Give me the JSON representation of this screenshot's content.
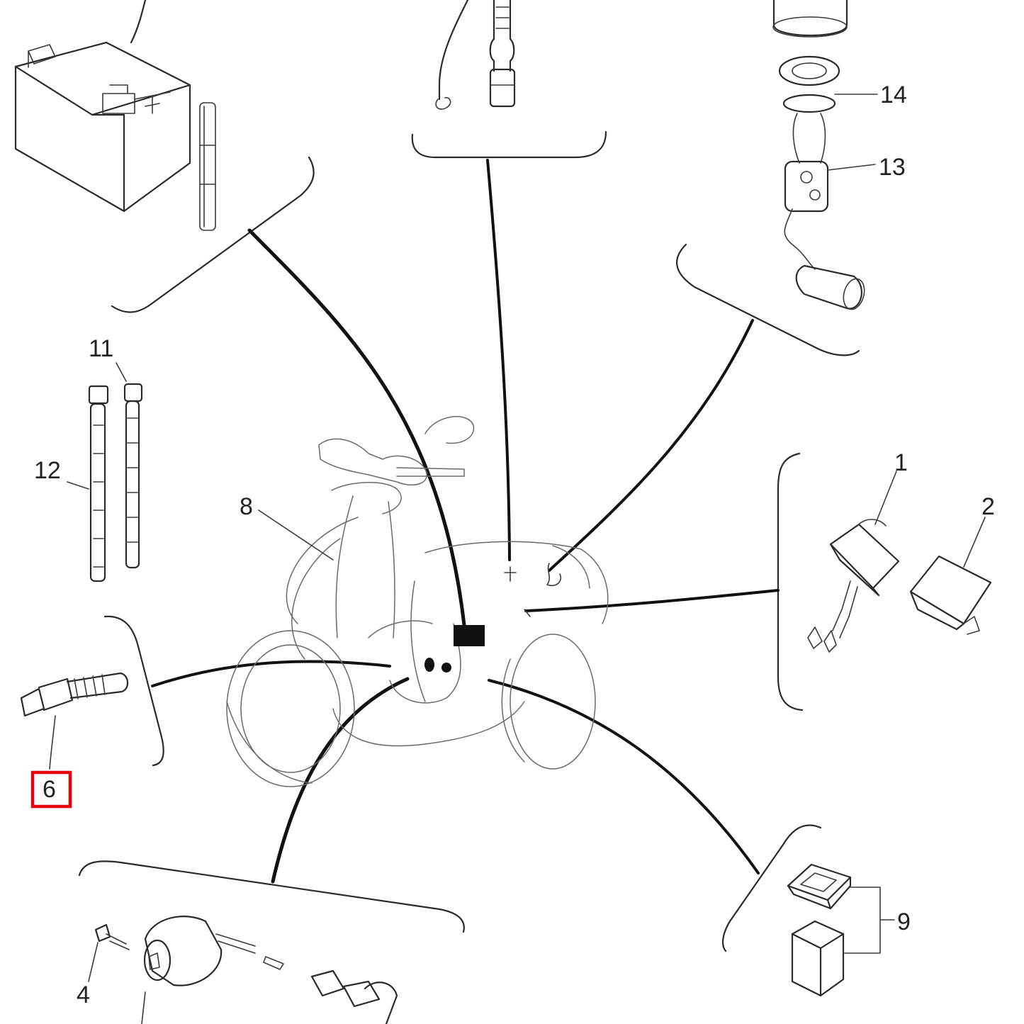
{
  "labels": {
    "part_1": "1",
    "part_2": "2",
    "part_4": "4",
    "part_6": "6",
    "part_8": "8",
    "part_9": "9",
    "part_11": "11",
    "part_12": "12",
    "part_13": "13",
    "part_14": "14"
  },
  "highlight": {
    "part": "6",
    "color": "#e8000b"
  }
}
